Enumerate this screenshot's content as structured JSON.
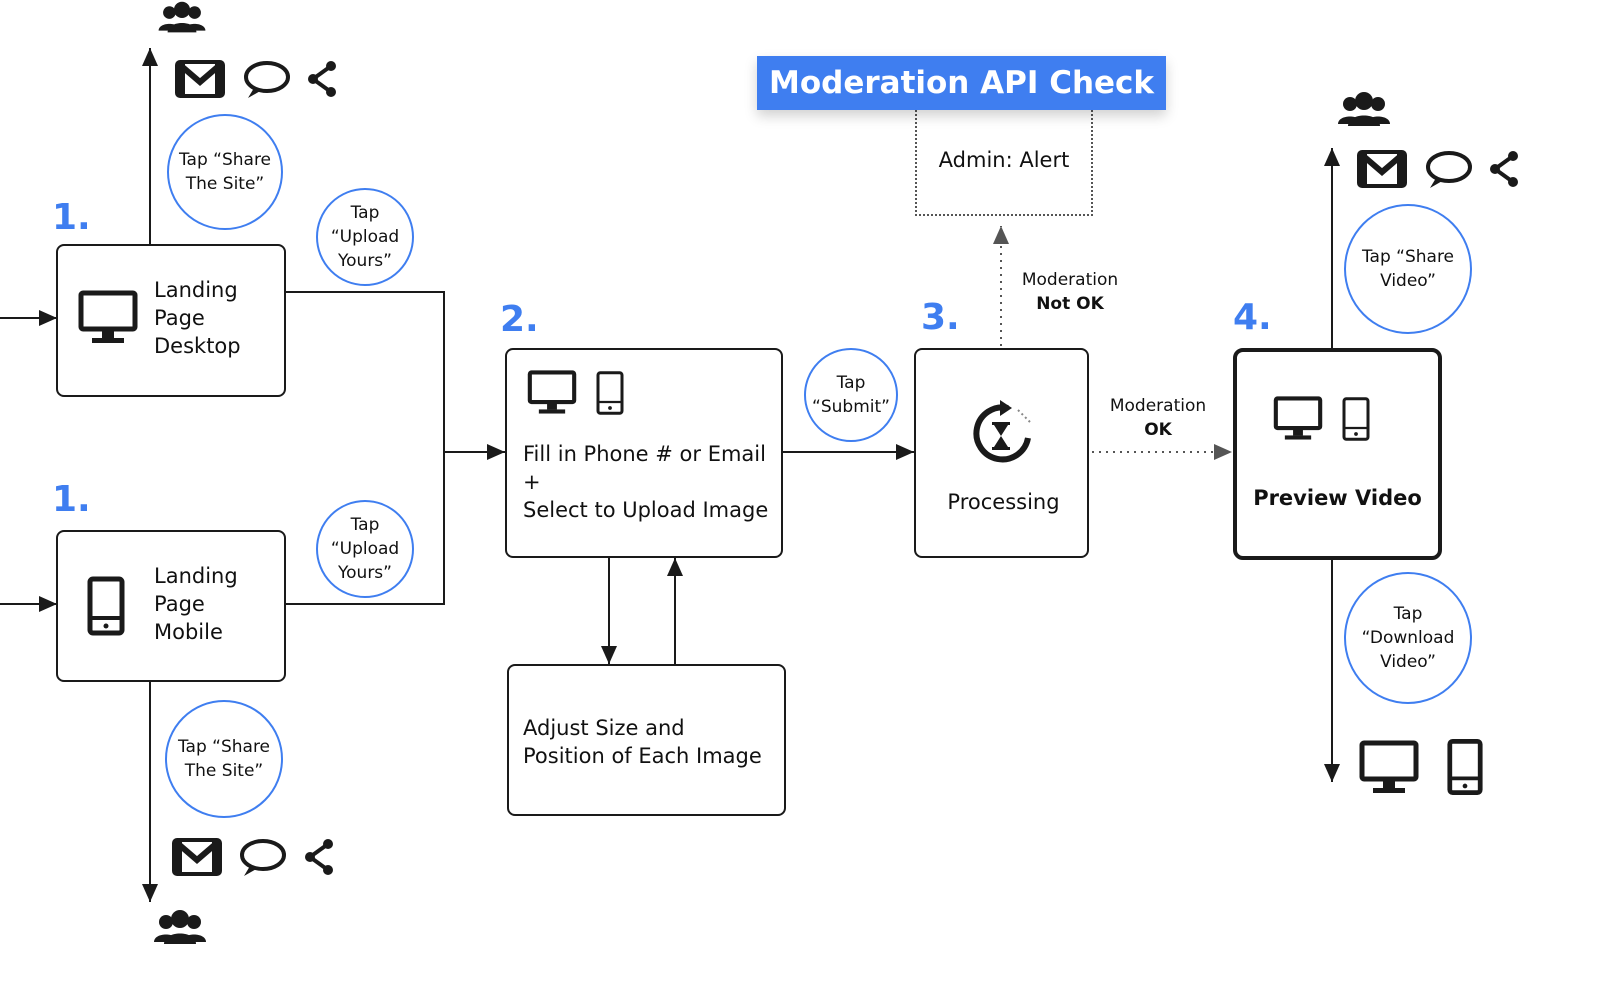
{
  "colors": {
    "accent_blue": "#3f7ef0",
    "banner_bg": "#3f7ef0",
    "line": "#1a1a1a"
  },
  "banner": {
    "title": "Moderation API Check"
  },
  "admin_box": {
    "label": "Admin: Alert"
  },
  "steps": {
    "desktop": {
      "number": "1.",
      "icon": "desktop-icon",
      "label": "Landing\nPage\nDesktop"
    },
    "mobile": {
      "number": "1.",
      "icon": "mobile-icon",
      "label": "Landing\nPage\nMobile"
    },
    "fill": {
      "number": "2.",
      "icons": [
        "desktop-icon",
        "mobile-icon"
      ],
      "label": "Fill in Phone # or Email\n+\nSelect to Upload Image"
    },
    "adjust": {
      "label": "Adjust Size and\nPosition of Each Image"
    },
    "processing": {
      "number": "3.",
      "icon": "hourglass-icon",
      "label": "Processing"
    },
    "preview": {
      "number": "4.",
      "icons": [
        "desktop-icon",
        "mobile-icon"
      ],
      "label": "Preview Video"
    }
  },
  "actions": {
    "share_site_top": "Tap “Share\nThe Site”",
    "upload_top": "Tap\n“Upload\nYours”",
    "upload_bottom": "Tap\n“Upload\nYours”",
    "share_site_bottom": "Tap “Share\nThe Site”",
    "submit": "Tap\n“Submit”",
    "share_video": "Tap “Share\nVideo”",
    "download_video": "Tap\n“Download\nVideo”"
  },
  "edges": {
    "not_ok": {
      "line1": "Moderation",
      "line2": "Not OK"
    },
    "ok": {
      "line1": "Moderation",
      "line2": "OK"
    }
  },
  "share_icons": [
    "users-icon",
    "gmail-icon",
    "chat-bubble-icon",
    "share-icon"
  ]
}
